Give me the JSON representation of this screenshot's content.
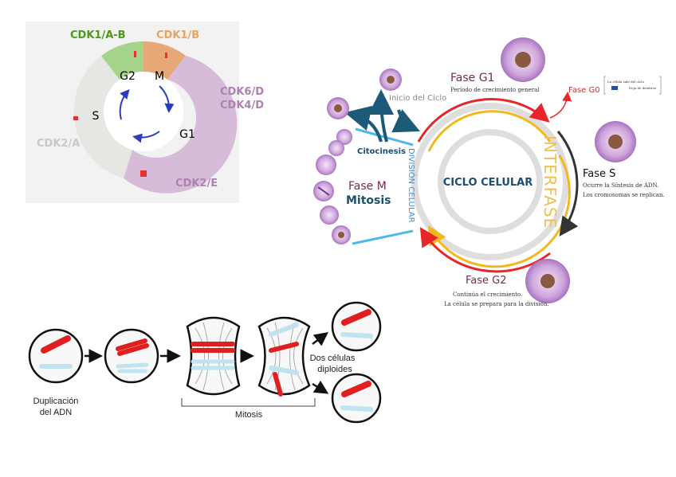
{
  "cdk_diagram": {
    "labels": {
      "cdk1_ab": "CDK1/A-B",
      "cdk1_b": "CDK1/B",
      "cdk6_d": "CDK6/D",
      "cdk4_d": "CDK4/D",
      "cdk2_a": "CDK2/A",
      "cdk2_e": "CDK2/E"
    },
    "phases": {
      "g2": "G2",
      "m": "M",
      "s": "S",
      "g1": "G1"
    },
    "colors": {
      "g2": "#a6d38a",
      "m": "#e6a877",
      "g1": "#d6bcd8",
      "s": "#e6e6e2",
      "cdk1_ab": "#4a9a1c",
      "cdk1_b": "#e8a35f",
      "cdk46": "#b07fb4",
      "cdk2": "#c8c8c8"
    }
  },
  "cell_cycle": {
    "center": "CICLO CELULAR",
    "interfase": "INTERFASE",
    "division": "DIVISIÓN CELULAR",
    "inicio": "Inicio del Ciclo",
    "citocinesis": "Citocinesis",
    "fase_m": "Fase M",
    "mitosis": "Mitosis",
    "g1_title": "Fase G1",
    "g1_desc": "Período de crecimiento general",
    "g0_title": "Fase G0",
    "g0_box_line1": "La célula sale del ciclo",
    "g0_box_line2": "Deja de dividirse",
    "s_title": "Fase S",
    "s_desc1": "Ocurre la Síntesis de ADN.",
    "s_desc2": "Los cromosomas se replican.",
    "g2_title": "Fase G2",
    "g2_desc1": "Continúa el crecimiento.",
    "g2_desc2": "La célula se prepara para la división."
  },
  "mitosis_diagram": {
    "duplicacion_1": "Duplicación",
    "duplicacion_2": "del ADN",
    "mitosis": "Mitosis",
    "dos_celulas_1": "Dos células",
    "dos_celulas_2": "diploides"
  }
}
